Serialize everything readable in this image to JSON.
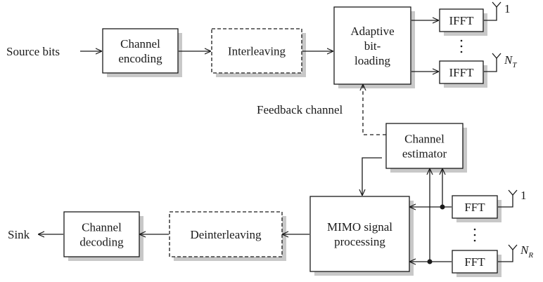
{
  "blocks": {
    "channel_encoding": [
      "Channel",
      "encoding"
    ],
    "interleaving": [
      "Interleaving"
    ],
    "adaptive_bit_loading": [
      "Adaptive",
      "bit-",
      "loading"
    ],
    "ifft_1": [
      "IFFT"
    ],
    "ifft_n": [
      "IFFT"
    ],
    "channel_estimator": [
      "Channel",
      "estimator"
    ],
    "mimo": [
      "MIMO signal",
      "processing"
    ],
    "fft_1": [
      "FFT"
    ],
    "fft_n": [
      "FFT"
    ],
    "deinterleaving": [
      "Deinterleaving"
    ],
    "channel_decoding": [
      "Channel",
      "decoding"
    ]
  },
  "labels": {
    "source": "Source bits",
    "sink": "Sink",
    "feedback": "Feedback channel",
    "tx_ant_1": "1",
    "tx_ant_n_main": "N",
    "tx_ant_n_sub": "T",
    "rx_ant_1": "1",
    "rx_ant_n_main": "N",
    "rx_ant_n_sub": "R"
  }
}
